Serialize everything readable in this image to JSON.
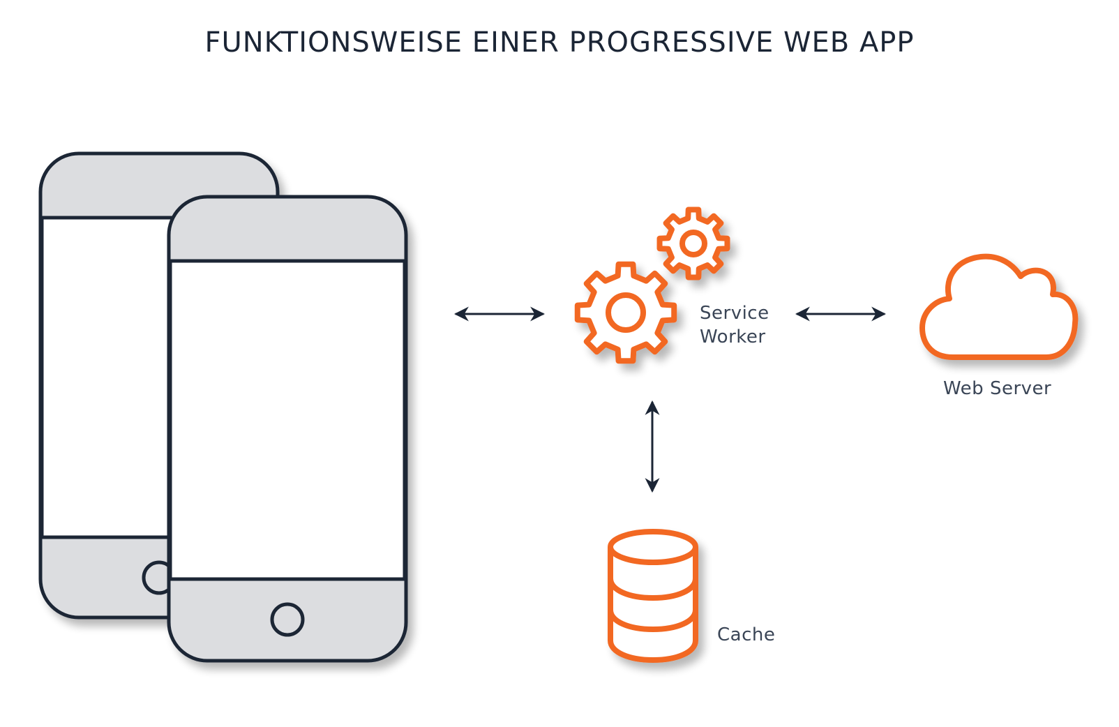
{
  "title": "FUNKTIONSWEISE EINER PROGRESSIVE WEB APP",
  "nodes": {
    "service_worker": {
      "line1": "Service",
      "line2": "Worker",
      "icon": "gears-icon"
    },
    "web_server": {
      "label": "Web Server",
      "icon": "cloud-icon"
    },
    "cache": {
      "label": "Cache",
      "icon": "database-icon"
    },
    "devices": {
      "icon": "smartphones-icon"
    }
  },
  "colors": {
    "accent": "#f26722",
    "dark": "#1b2535",
    "device_fill": "#dcdde0",
    "text": "#3a4556"
  }
}
